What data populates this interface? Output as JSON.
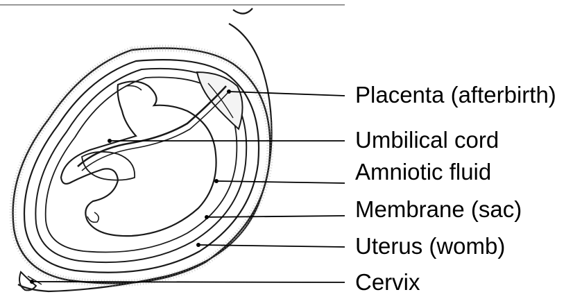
{
  "diagram": {
    "labels": [
      "Placenta (afterbirth)",
      "Umbilical cord",
      "Amniotic fluid",
      "Membrane (sac)",
      "Uterus (womb)",
      "Cervix"
    ]
  },
  "colors": {
    "ink": "#1a1a1a",
    "stipple": "#9a9a9a",
    "background": "#ffffff"
  }
}
